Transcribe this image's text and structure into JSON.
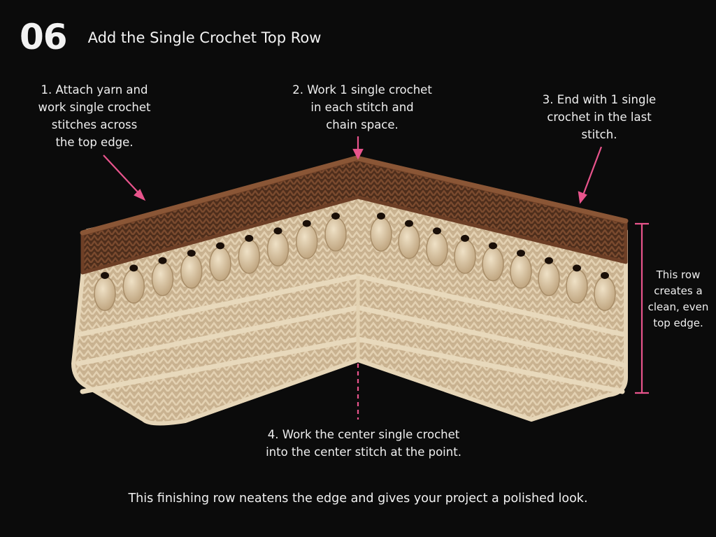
{
  "header": {
    "step_number": "06",
    "title": "Add the Single Crochet Top Row"
  },
  "annotations": [
    {
      "id": "note-1",
      "lines": [
        "1. Attach yarn and",
        "work single crochet",
        "stitches across",
        "the top edge."
      ]
    },
    {
      "id": "note-2",
      "lines": [
        "2. Work 1 single crochet",
        "in each stitch and",
        "chain space."
      ]
    },
    {
      "id": "note-3",
      "lines": [
        "3. End with 1 single",
        "crochet in the last",
        "stitch."
      ]
    },
    {
      "id": "note-4",
      "lines": [
        "4. Work the center single crochet",
        "into the center stitch at the point."
      ]
    }
  ],
  "side_note": {
    "lines": [
      "This row",
      "creates a",
      "clean, even",
      "top edge."
    ]
  },
  "caption": "This finishing row neatens the edge and gives your project a polished look.",
  "colors": {
    "background": "#0b0b0b",
    "accent_pink": "#e8548c",
    "yarn_cream": "#d8c4a4",
    "yarn_brown": "#5a3520"
  }
}
